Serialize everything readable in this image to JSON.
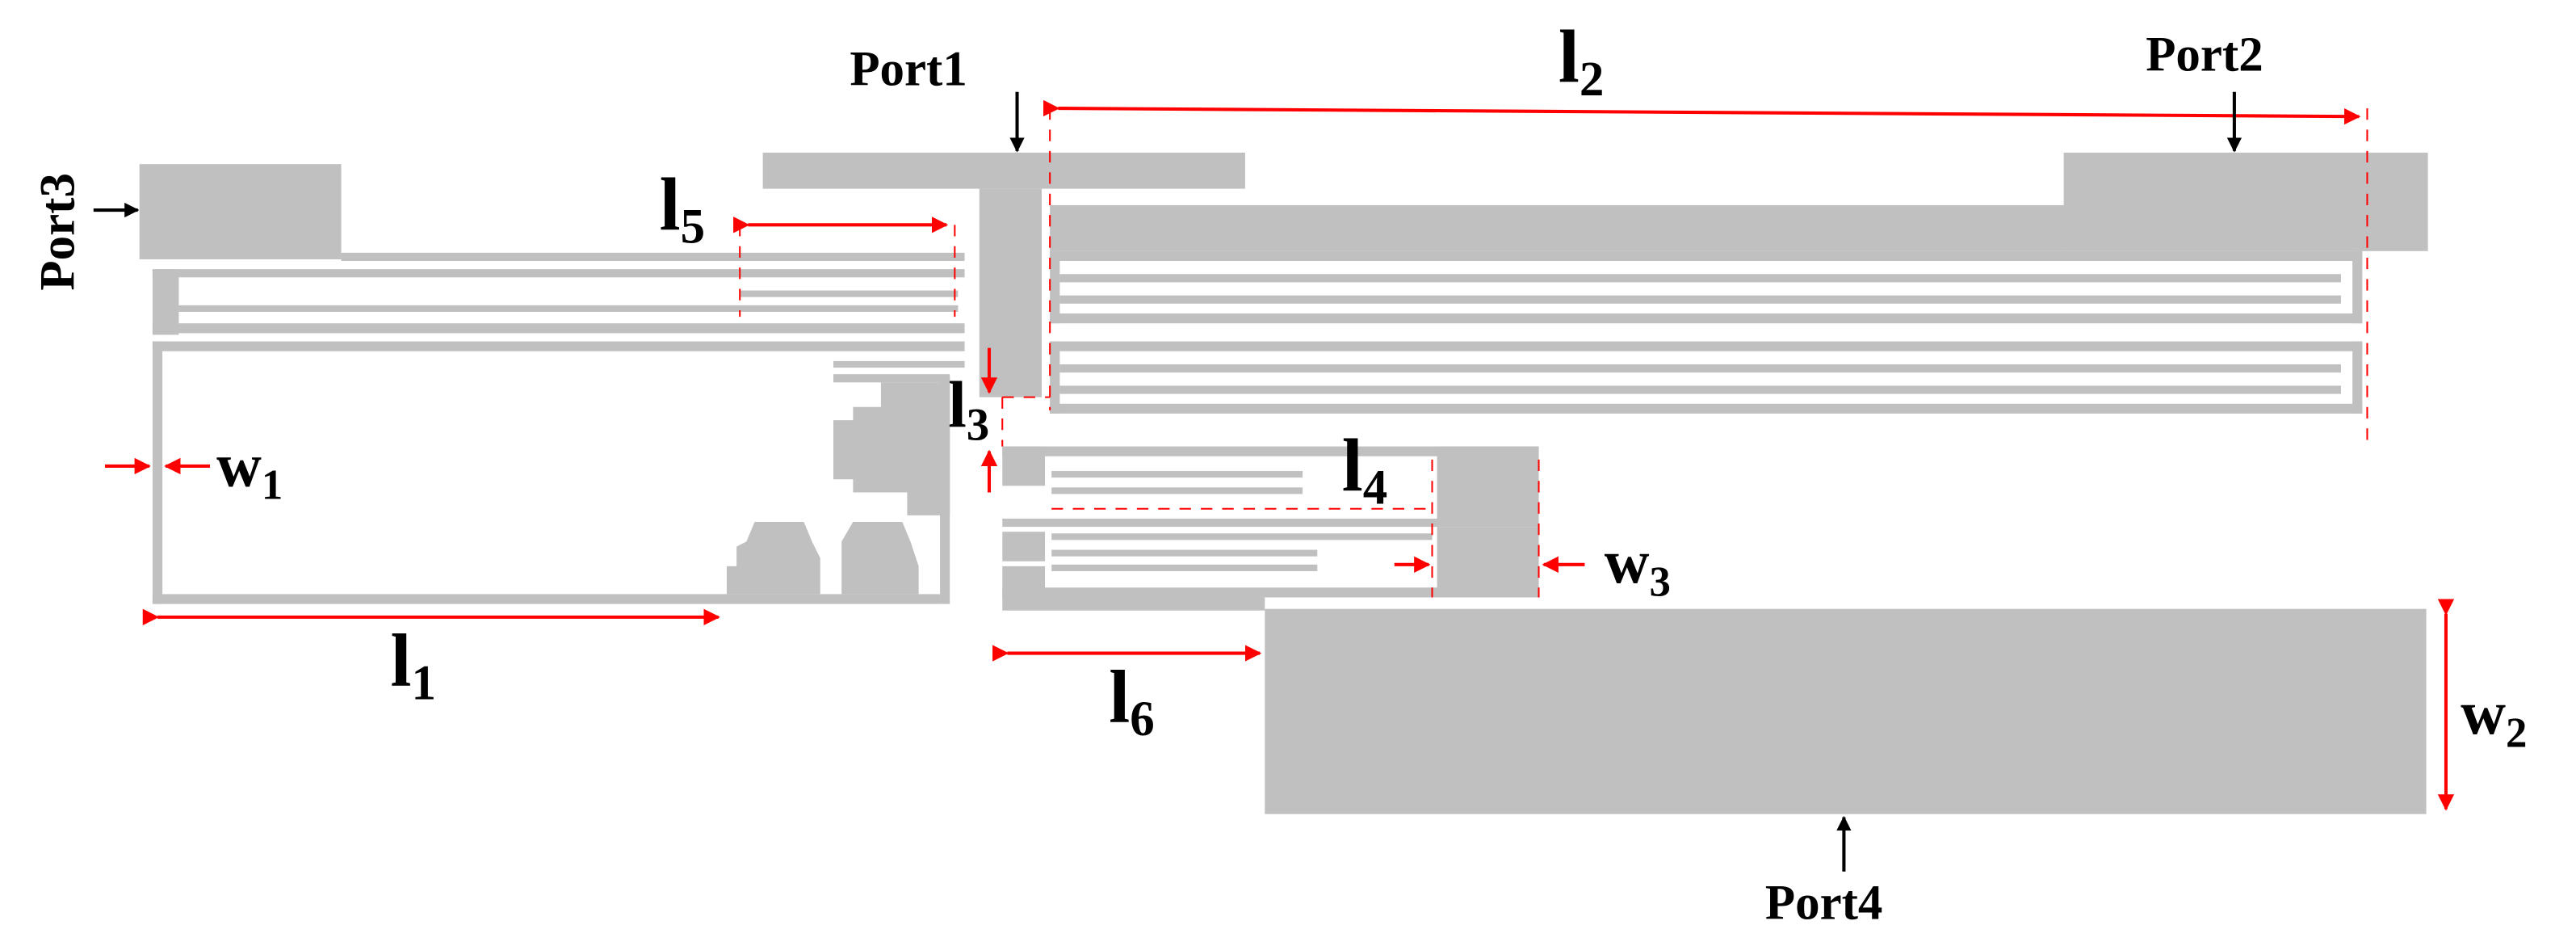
{
  "ports": {
    "port1": "Port1",
    "port2": "Port2",
    "port3": "Port3",
    "port4": "Port4"
  },
  "dimensions": {
    "l1": {
      "base": "l",
      "sub": "1"
    },
    "l2": {
      "base": "l",
      "sub": "2"
    },
    "l3": {
      "base": "l",
      "sub": "3"
    },
    "l4": {
      "base": "l",
      "sub": "4"
    },
    "l5": {
      "base": "l",
      "sub": "5"
    },
    "l6": {
      "base": "l",
      "sub": "6"
    },
    "w1": {
      "base": "w",
      "sub": "1"
    },
    "w2": {
      "base": "w",
      "sub": "2"
    },
    "w3": {
      "base": "w",
      "sub": "3"
    }
  },
  "colors": {
    "copper": "#c0c0c0",
    "dimension": "#ff0000",
    "port_arrow": "#000000"
  }
}
